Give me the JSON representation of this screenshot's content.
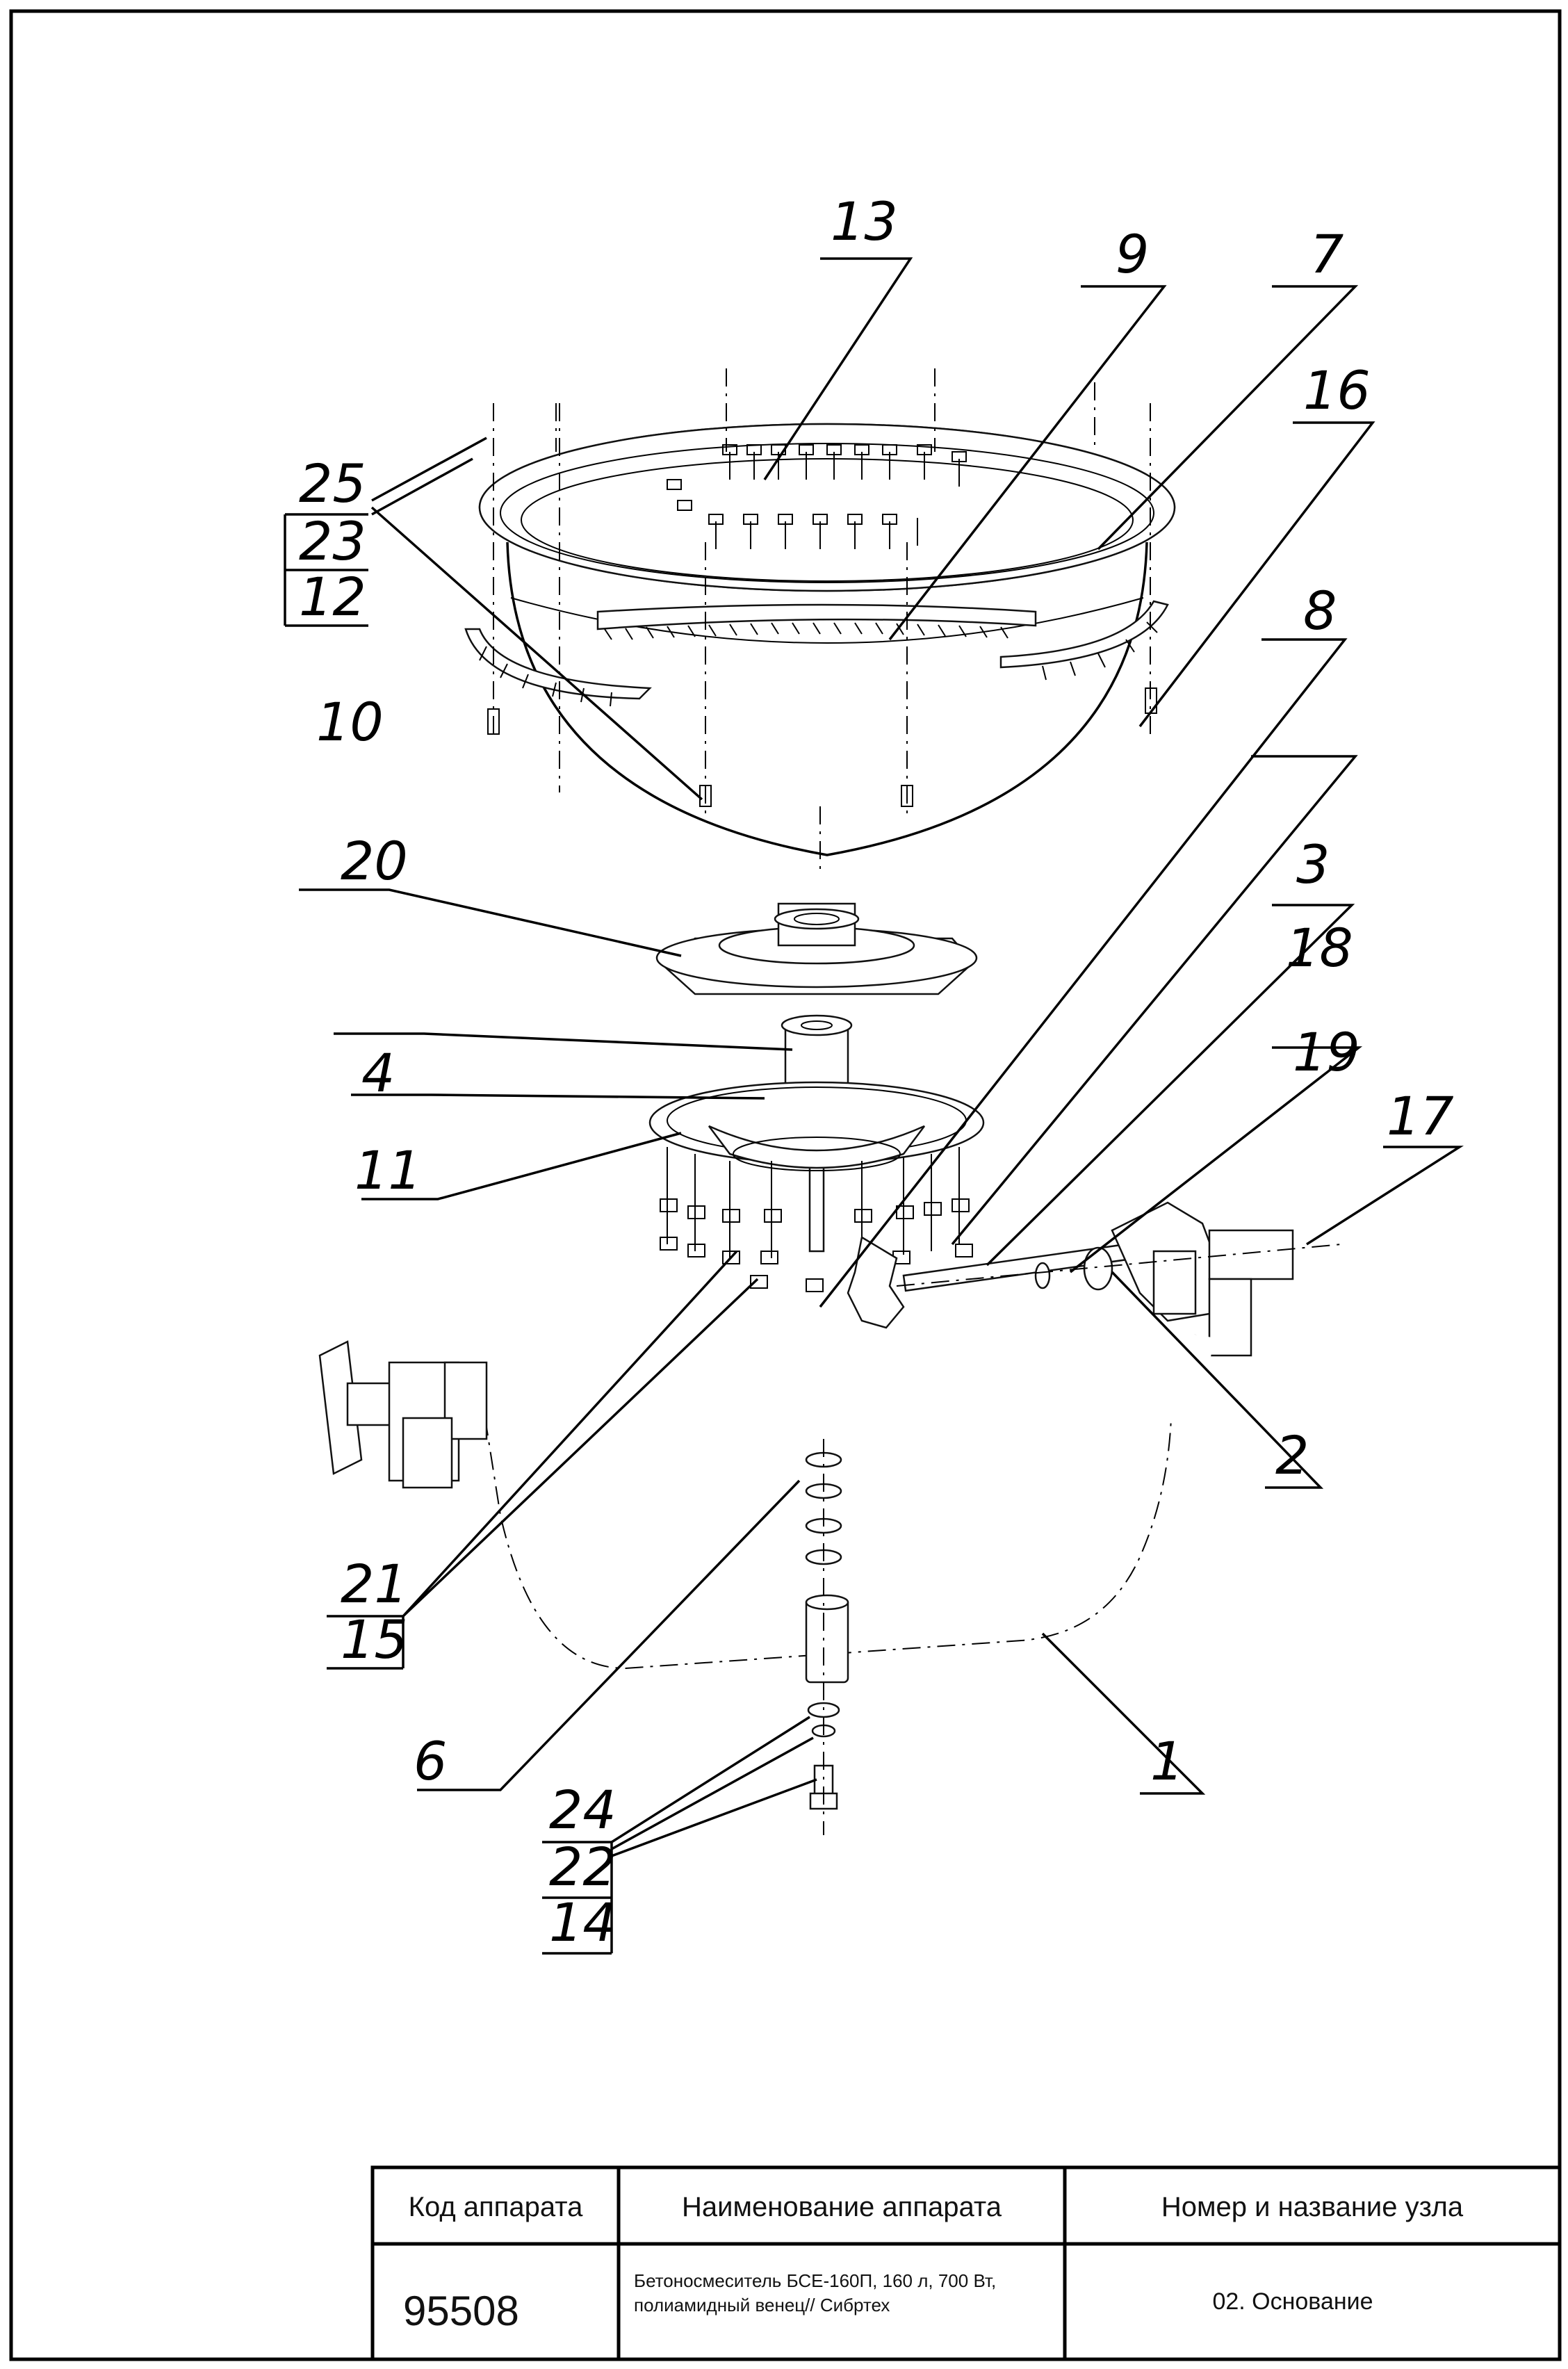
{
  "diagram": {
    "callouts": [
      "13",
      "9",
      "7",
      "16",
      "25",
      "23",
      "12",
      "8",
      "10",
      "20",
      "3",
      "18",
      "19",
      "4",
      "11",
      "17",
      "2",
      "21",
      "15",
      "6",
      "1",
      "24",
      "22",
      "14"
    ]
  },
  "title_block": {
    "header_code": "Код аппарата",
    "header_name": "Наименование аппарата",
    "header_node": "Номер и название узла",
    "code": "95508",
    "name_line1": "Бетоносмеситель БСЕ-160П, 160 л, 700 Вт,",
    "name_line2": "полиамидный венец// Сибртех",
    "node": "02. Основание"
  }
}
